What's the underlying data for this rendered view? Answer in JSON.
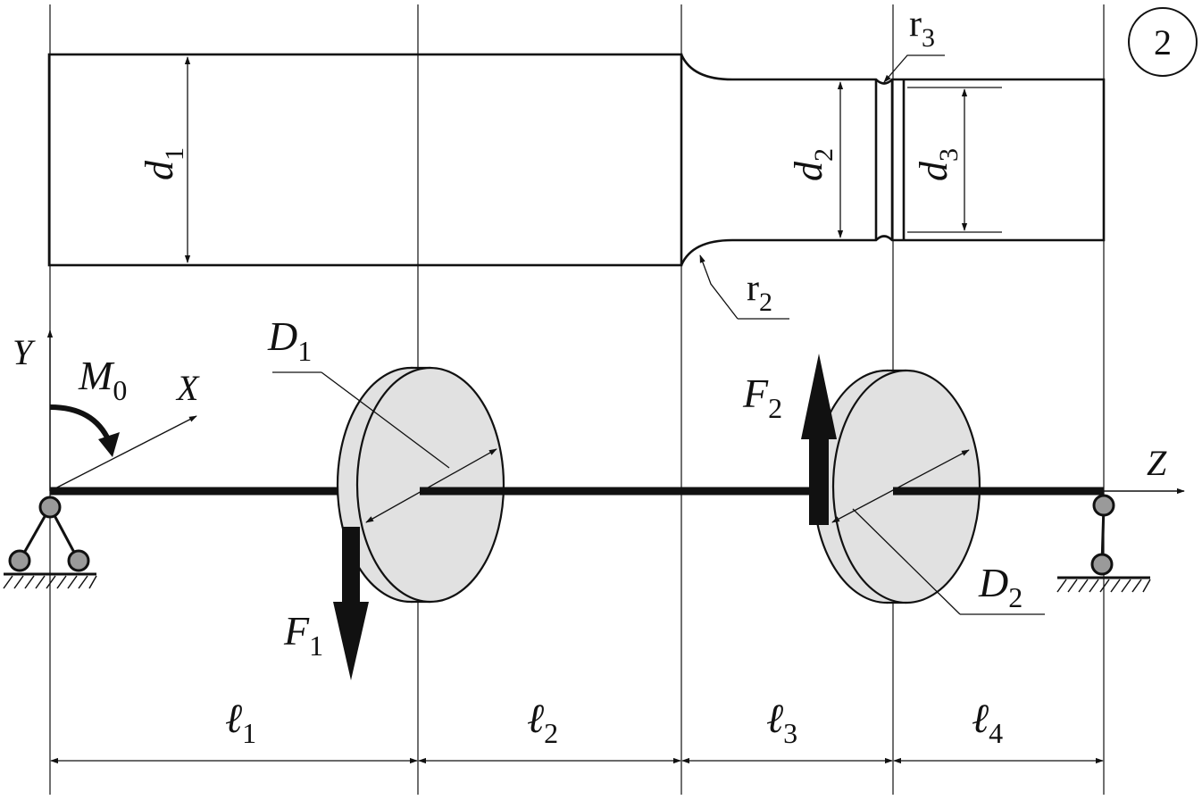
{
  "badge": {
    "text": "2"
  },
  "shaft_labels": {
    "d1": {
      "main": "d",
      "sub": "1"
    },
    "d2": {
      "main": "d",
      "sub": "2"
    },
    "d3": {
      "main": "d",
      "sub": "3"
    },
    "r2": {
      "main": "r",
      "sub": "2"
    },
    "r3": {
      "main": "r",
      "sub": "3"
    }
  },
  "scheme_labels": {
    "Y": "Y",
    "X": "X",
    "Z": "Z",
    "M0": {
      "main": "M",
      "sub": "0"
    },
    "D1": {
      "main": "D",
      "sub": "1"
    },
    "D2": {
      "main": "D",
      "sub": "2"
    },
    "F1": {
      "main": "F",
      "sub": "1"
    },
    "F2": {
      "main": "F",
      "sub": "2"
    }
  },
  "lengths": {
    "l1": {
      "main": "ℓ",
      "sub": "1"
    },
    "l2": {
      "main": "ℓ",
      "sub": "2"
    },
    "l3": {
      "main": "ℓ",
      "sub": "3"
    },
    "l4": {
      "main": "ℓ",
      "sub": "4"
    }
  },
  "colors": {
    "ink": "#111111",
    "disk_fill": "#e1e1e1",
    "support_fill": "#9a9a9a"
  }
}
